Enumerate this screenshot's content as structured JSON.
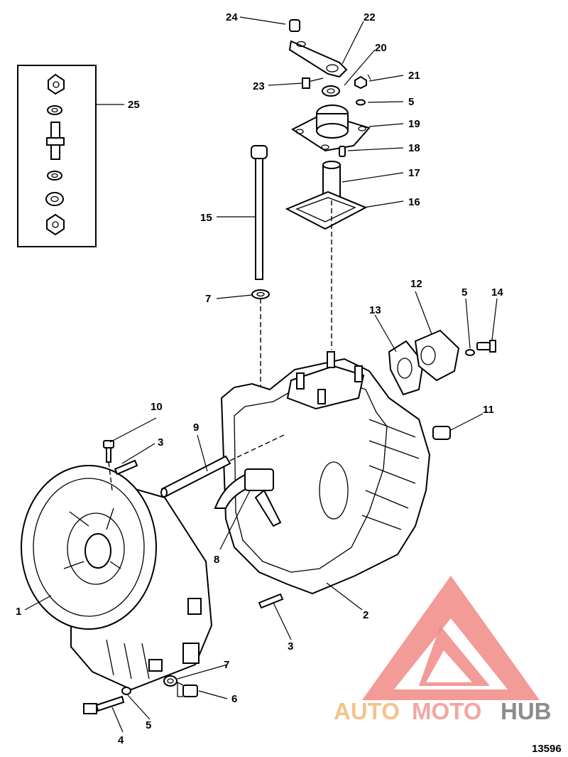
{
  "callouts": [
    {
      "id": "c1",
      "label": "1"
    },
    {
      "id": "c2",
      "label": "2"
    },
    {
      "id": "c3a",
      "label": "3"
    },
    {
      "id": "c3b",
      "label": "3"
    },
    {
      "id": "c4",
      "label": "4"
    },
    {
      "id": "c5a",
      "label": "5"
    },
    {
      "id": "c5b",
      "label": "5"
    },
    {
      "id": "c5c",
      "label": "5"
    },
    {
      "id": "c6",
      "label": "6"
    },
    {
      "id": "c7a",
      "label": "7"
    },
    {
      "id": "c7b",
      "label": "7"
    },
    {
      "id": "c8",
      "label": "8"
    },
    {
      "id": "c9",
      "label": "9"
    },
    {
      "id": "c10",
      "label": "10"
    },
    {
      "id": "c11",
      "label": "11"
    },
    {
      "id": "c12",
      "label": "12"
    },
    {
      "id": "c13",
      "label": "13"
    },
    {
      "id": "c14",
      "label": "14"
    },
    {
      "id": "c15",
      "label": "15"
    },
    {
      "id": "c16",
      "label": "16"
    },
    {
      "id": "c17",
      "label": "17"
    },
    {
      "id": "c18",
      "label": "18"
    },
    {
      "id": "c19",
      "label": "19"
    },
    {
      "id": "c20",
      "label": "20"
    },
    {
      "id": "c21",
      "label": "21"
    },
    {
      "id": "c22",
      "label": "22"
    },
    {
      "id": "c23",
      "label": "23"
    },
    {
      "id": "c24",
      "label": "24"
    },
    {
      "id": "c25",
      "label": "25"
    }
  ],
  "figure_number": "13596",
  "watermark": {
    "part1": "AUTO",
    "part2": "MOTO",
    "part3": "HUB",
    "color_auto": "#f4c38c",
    "color_moto": "#f2a7a1",
    "color_hub": "#8c8c8c",
    "logo_color": "#f08a85"
  }
}
